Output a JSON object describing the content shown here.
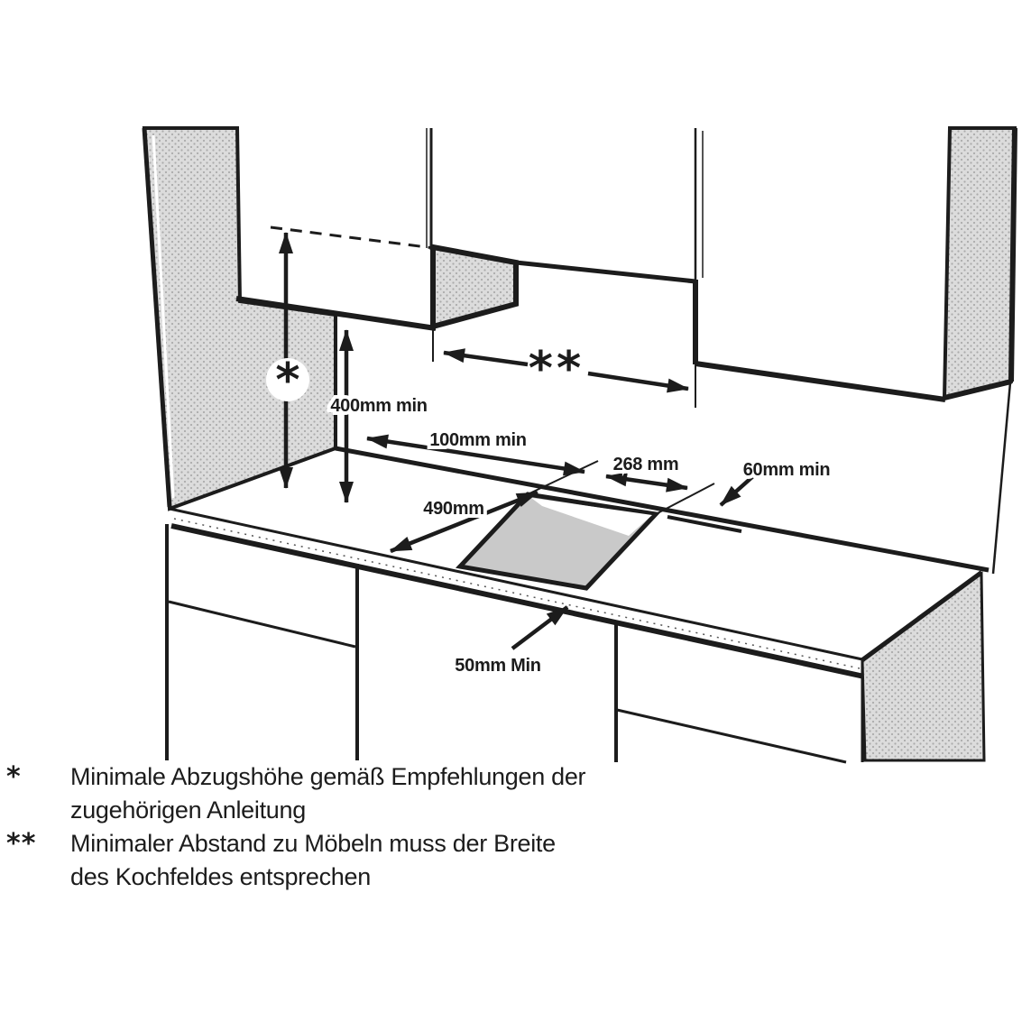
{
  "diagram": {
    "type": "cooktop-installation-clearances",
    "labels": {
      "hood_marker": "*",
      "cabinet_gap_marker": "**",
      "min_height_under_cabinet": "400mm min",
      "min_side_clearance": "100mm min",
      "cutout_width": "268 mm",
      "min_rear_clearance": "60mm min",
      "cutout_depth": "490mm",
      "min_front_clearance": "50mm Min"
    },
    "colors": {
      "line": "#1c1c1c",
      "shade": "#dcdcdc",
      "shade_dot": "#ababab",
      "cutout_fill": "#c9c9c9",
      "background": "#ffffff"
    }
  },
  "footnotes": [
    {
      "marker": "*",
      "line1": "Minimale Abzugshöhe gemäß Empfehlungen der",
      "line2": "zugehörigen Anleitung"
    },
    {
      "marker": "**",
      "line1": "Minimaler Abstand zu Möbeln muss der Breite",
      "line2": "des Kochfeldes entsprechen"
    }
  ]
}
